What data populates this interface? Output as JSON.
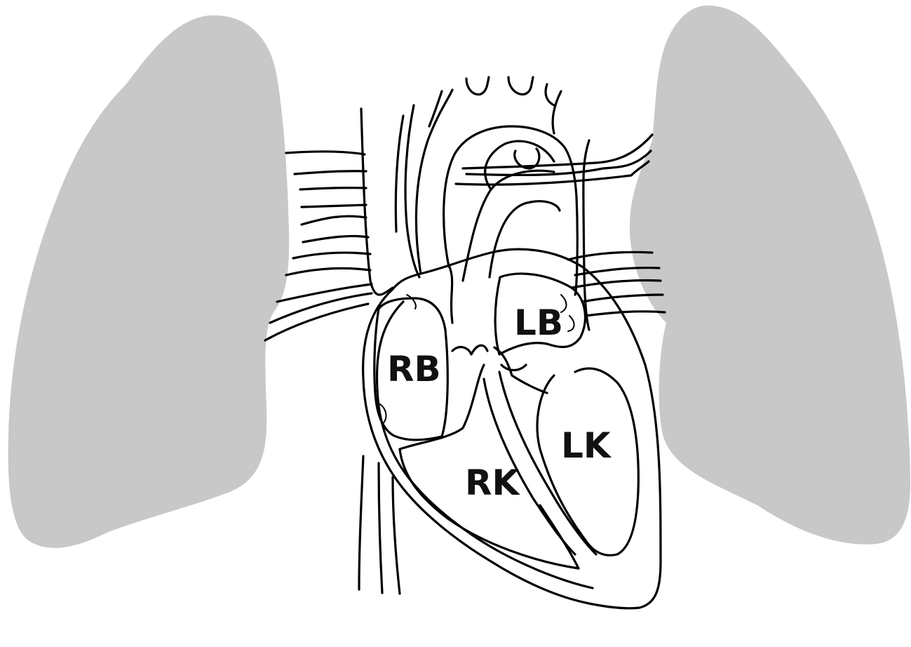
{
  "diagram": {
    "labels": {
      "right_atrium": "RB",
      "left_atrium": "LB",
      "right_ventricle": "RK",
      "left_ventricle": "LK"
    },
    "colors": {
      "lung_fill": "#c8c8c8",
      "outline": "#000000",
      "background": "#ffffff"
    }
  }
}
